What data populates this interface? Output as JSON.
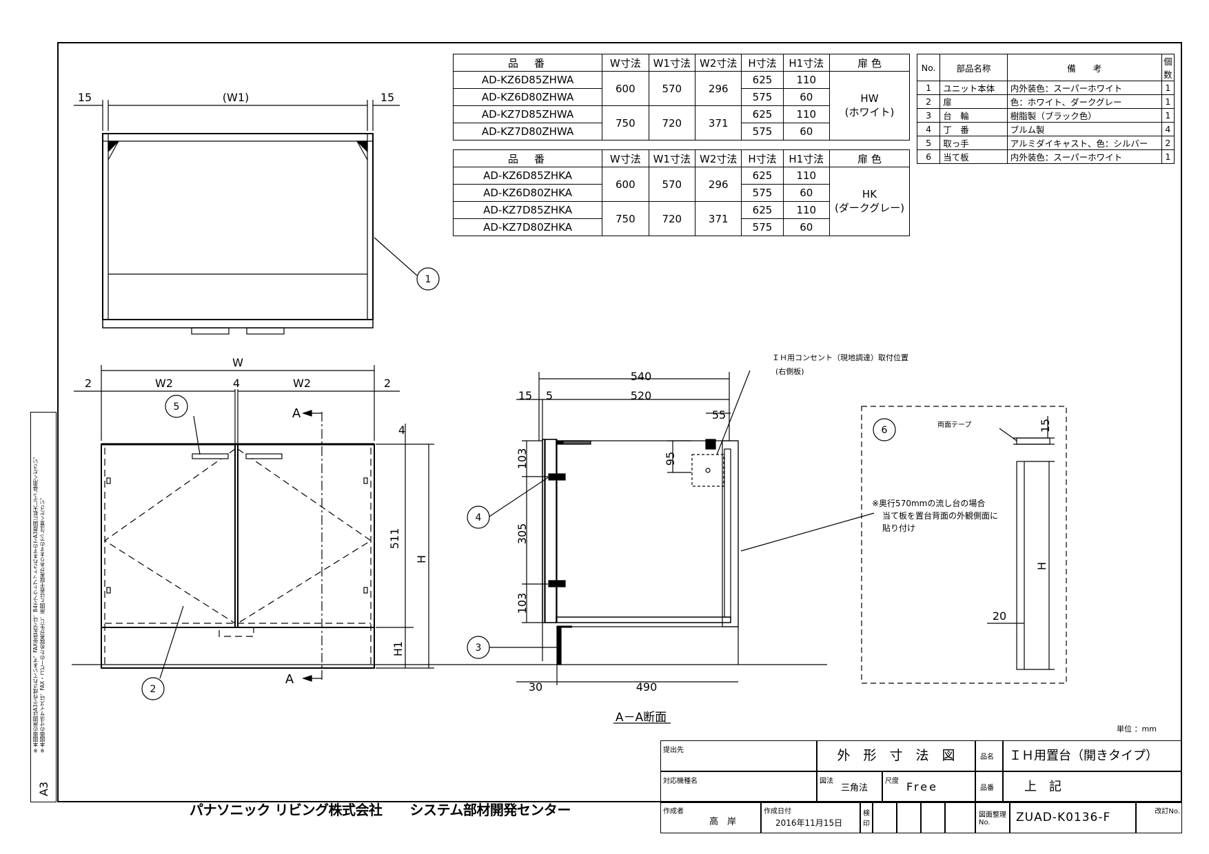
{
  "table_hw": {
    "headers": [
      "品　番",
      "W寸法",
      "W1寸法",
      "W2寸法",
      "H寸法",
      "H1寸法",
      "扉 色"
    ],
    "rows": [
      {
        "part": "AD-KZ6D85ZHWA",
        "h": "625",
        "h1": "110"
      },
      {
        "part": "AD-KZ6D80ZHWA",
        "h": "575",
        "h1": "60"
      },
      {
        "part": "AD-KZ7D85ZHWA",
        "h": "625",
        "h1": "110"
      },
      {
        "part": "AD-KZ7D80ZHWA",
        "h": "575",
        "h1": "60"
      }
    ],
    "groups": [
      {
        "w": "600",
        "w1": "570",
        "w2": "296"
      },
      {
        "w": "750",
        "w1": "720",
        "w2": "371"
      }
    ],
    "color_code": "HW",
    "color_name": "(ホワイト)"
  },
  "table_hk": {
    "headers": [
      "品　番",
      "W寸法",
      "W1寸法",
      "W2寸法",
      "H寸法",
      "H1寸法",
      "扉 色"
    ],
    "rows": [
      {
        "part": "AD-KZ6D85ZHKA",
        "h": "625",
        "h1": "110"
      },
      {
        "part": "AD-KZ6D80ZHKA",
        "h": "575",
        "h1": "60"
      },
      {
        "part": "AD-KZ7D85ZHKA",
        "h": "625",
        "h1": "110"
      },
      {
        "part": "AD-KZ7D80ZHKA",
        "h": "575",
        "h1": "60"
      }
    ],
    "groups": [
      {
        "w": "600",
        "w1": "570",
        "w2": "296"
      },
      {
        "w": "750",
        "w1": "720",
        "w2": "371"
      }
    ],
    "color_code": "HK",
    "color_name": "(ダークグレー)"
  },
  "parts_table": {
    "headers": [
      "No.",
      "部品名称",
      "備　　考",
      "個数"
    ],
    "rows": [
      {
        "no": "1",
        "name": "ユニット本体",
        "note": "内外装色：スーパーホワイト",
        "qty": "1"
      },
      {
        "no": "2",
        "name": "扉",
        "note": "色：ホワイト、ダークグレー",
        "qty": "1"
      },
      {
        "no": "3",
        "name": "台　輪",
        "note": "樹脂製（ブラック色）",
        "qty": "1"
      },
      {
        "no": "4",
        "name": "丁　番",
        "note": "ブルム製",
        "qty": "4"
      },
      {
        "no": "5",
        "name": "取っ手",
        "note": "アルミダイキャスト、色：シルバー",
        "qty": "2"
      },
      {
        "no": "6",
        "name": "当て板",
        "note": "内外装色：スーパーホワイト",
        "qty": "1"
      }
    ]
  },
  "drawing": {
    "top_view": {
      "left": "15",
      "center": "(W1)",
      "right": "15",
      "callout": "1"
    },
    "front_view": {
      "w": "W",
      "w2_left": "W2",
      "w2_right": "W2",
      "gap": "4",
      "side_left": "2",
      "side_right": "2",
      "top_gap": "4",
      "d511": "511",
      "h": "H",
      "h1": "H1",
      "section_mark_top": "A",
      "section_mark_bottom": "A",
      "callout_handle": "5",
      "callout_door": "2"
    },
    "section_view": {
      "d540": "540",
      "d520": "520",
      "d15": "15",
      "d5": "5",
      "d55": "55",
      "d95": "95",
      "d103a": "103",
      "d305": "305",
      "d103b": "103",
      "d30": "30",
      "d490": "490",
      "callout_hinge": "4",
      "callout_plinth": "3",
      "label": "A－A断面",
      "outlet_label": "ＩＨ用コンセント（現地調達）取付位置",
      "outlet_sub": "(右側板)",
      "note_lines": [
        "※奥行570mmの流し台の場合",
        "当て板を置台背面の外観側面に",
        "貼り付け"
      ]
    },
    "plate_view": {
      "callout": "6",
      "tape": "両面テープ",
      "d15": "15",
      "h": "H",
      "d20": "20"
    }
  },
  "unit": "単位 ：mm",
  "side_note": [
    "※本図面の原図はA3で作成されています。FAX受信先では、B4でアウトプットされますのでA3原図に拡大してご使用ください。",
    "※本図面の寸法サイズは、FAX・コピーのため誤差が生じ、原図とは若干誤差がありますのでご注意ください。"
  ],
  "sheet_size": "A3",
  "company": "パナソニック リビング株式会社",
  "department": "システム部材開発センター",
  "title_block": {
    "submit_to_label": "提出先",
    "drawing_title": "外　形　寸　法　図",
    "name_label": "品名",
    "name_value": "ＩＨ用置台（開きタイプ）",
    "model_label": "対応機種名",
    "method_label": "図法",
    "method_value": "三角法",
    "scale_label": "尺度",
    "scale_value": "Free",
    "part_no_label": "品番",
    "part_no_value": "上　記",
    "author_label": "作成者",
    "author_value": "高　岸",
    "date_label": "作成日付",
    "date_value": "2016年11月15日",
    "check_label": "検印",
    "drawing_no_label": "図面整理No.",
    "drawing_no_value": "ZUAD-K0136-F",
    "revision_label": "改訂No."
  }
}
